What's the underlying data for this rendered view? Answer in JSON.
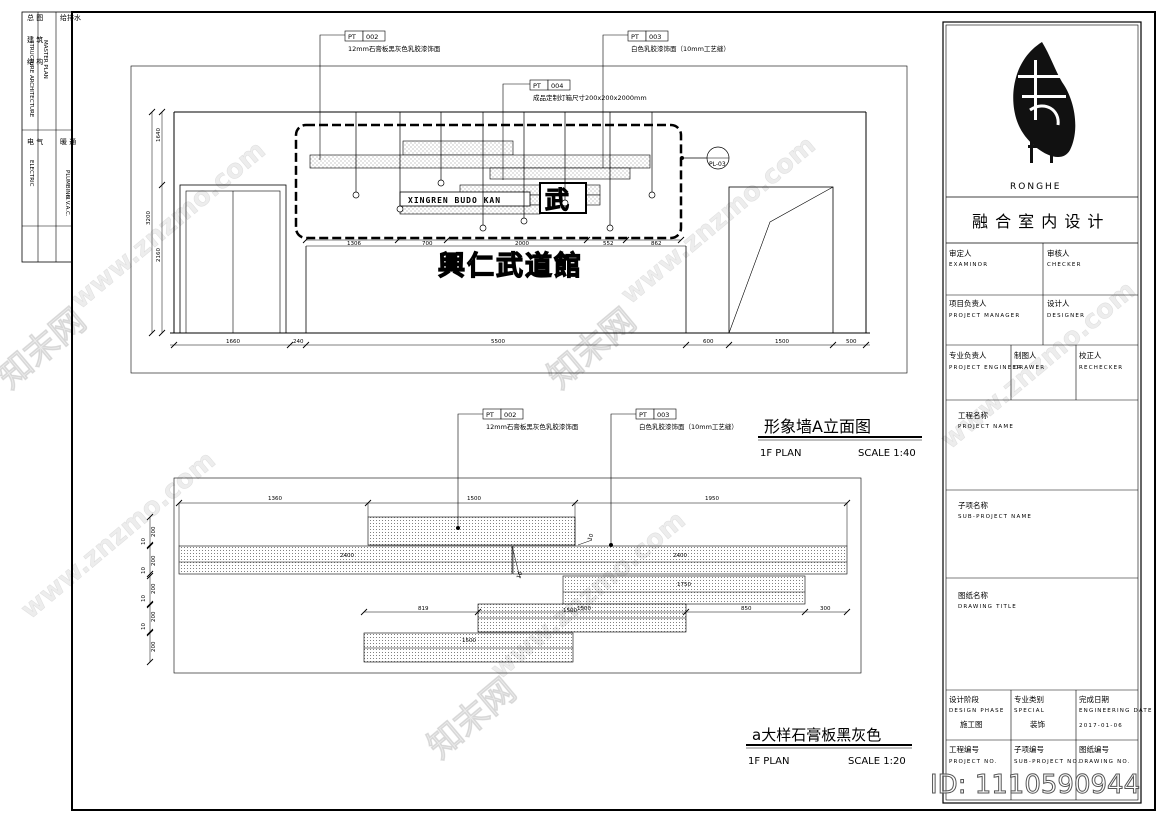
{
  "left_strip": {
    "rows": [
      {
        "cn": "总 图",
        "en": "MASTER PLAN",
        "cn2": "",
        "en2": ""
      },
      {
        "cn": "建 筑",
        "en": "ARCHITECTURE",
        "cn2": "",
        "en2": ""
      },
      {
        "cn": "结 构",
        "en": "STRUCTURE",
        "cn2": "",
        "en2": ""
      }
    ],
    "col2": [
      {
        "cn": "给排水",
        "en": "PLUMBING"
      },
      {
        "cn": "暖 通",
        "en": "H.V.A.C."
      },
      {
        "cn": "电 气",
        "en": "ELECTRIC"
      }
    ]
  },
  "elevation": {
    "tags": [
      {
        "code": "PT",
        "num": "002",
        "desc": "12mm石膏板黑灰色乳胶漆饰面"
      },
      {
        "code": "PT",
        "num": "003",
        "desc": "白色乳胶漆饰面（10mm工艺缝）"
      },
      {
        "code": "PT",
        "num": "004",
        "desc": "成品定制灯箱尺寸200x200x2000mm"
      }
    ],
    "sign_en": "XINGREN BUDO KAN",
    "sign_cn": "興仁武道館",
    "callout": "PL-03",
    "dims_top": [
      "1306",
      "700",
      "2000",
      "552",
      "862"
    ],
    "dims_bottom": [
      "1660",
      "240",
      "5500",
      "600",
      "1500",
      "500"
    ],
    "dims_left": [
      "1640",
      "3200",
      "2160"
    ],
    "title": "形象墙A立面图",
    "plan": "1F  PLAN",
    "scale": "SCALE  1:40"
  },
  "detail": {
    "tags": [
      {
        "code": "PT",
        "num": "002",
        "desc": "12mm石膏板黑灰色乳胶漆饰面"
      },
      {
        "code": "PT",
        "num": "003",
        "desc": "白色乳胶漆饰面（10mm工艺缝）"
      }
    ],
    "dims_top": [
      "1360",
      "1500",
      "1950"
    ],
    "board_labels": [
      "2400",
      "2400",
      "1750",
      "1500",
      "1500"
    ],
    "dims_mid": [
      "819",
      "1500",
      "850",
      "300"
    ],
    "dims_left": [
      "200",
      "10",
      "200",
      "10",
      "200",
      "10",
      "200",
      "10",
      "200"
    ],
    "small": [
      "10",
      "10"
    ],
    "title": "a大样石膏板黑灰色",
    "plan": "1F  PLAN",
    "scale": "SCALE  1:20"
  },
  "title_block": {
    "brand": "RONGHE",
    "company": "融 合 室 内 设 计",
    "examinor_cn": "审定人",
    "examinor_en": "EXAMINOR",
    "checker_cn": "审核人",
    "checker_en": "CHECKER",
    "pm_cn": "项目负责人",
    "pm_en": "PROJECT MANAGER",
    "designer_cn": "设计人",
    "designer_en": "DESIGNER",
    "pe_cn": "专业负责人",
    "pe_en": "PROJECT ENGINEER",
    "drawer_cn": "制图人",
    "drawer_en": "DRAWER",
    "rechecker_cn": "校正人",
    "rechecker_en": "RECHECKER",
    "project_cn": "工程名称",
    "project_en": "PROJECT NAME",
    "sub_cn": "子项名称",
    "sub_en": "SUB-PROJECT NAME",
    "title_cn": "图纸名称",
    "title_en": "DRAWING TITLE",
    "stage_cn": "设计阶段",
    "stage_en": "DESIGN PHASE",
    "stage_val": "施工图",
    "special_cn": "专业类别",
    "special_en": "SPECIAL",
    "special_val": "装饰",
    "date_cn": "完成日期",
    "date_en": "ENGINEERING DATE",
    "date_val": "2017-01-06",
    "pno_cn": "工程编号",
    "pno_en": "PROJECT NO.",
    "sno_cn": "子项编号",
    "sno_en": "SUB-PROJECT NO.",
    "dno_cn": "图纸编号",
    "dno_en": "DRAWING NO."
  },
  "watermark": {
    "id": "ID: 1110590944",
    "site": "www.znzmo.com",
    "brand_cn": "知末网"
  }
}
